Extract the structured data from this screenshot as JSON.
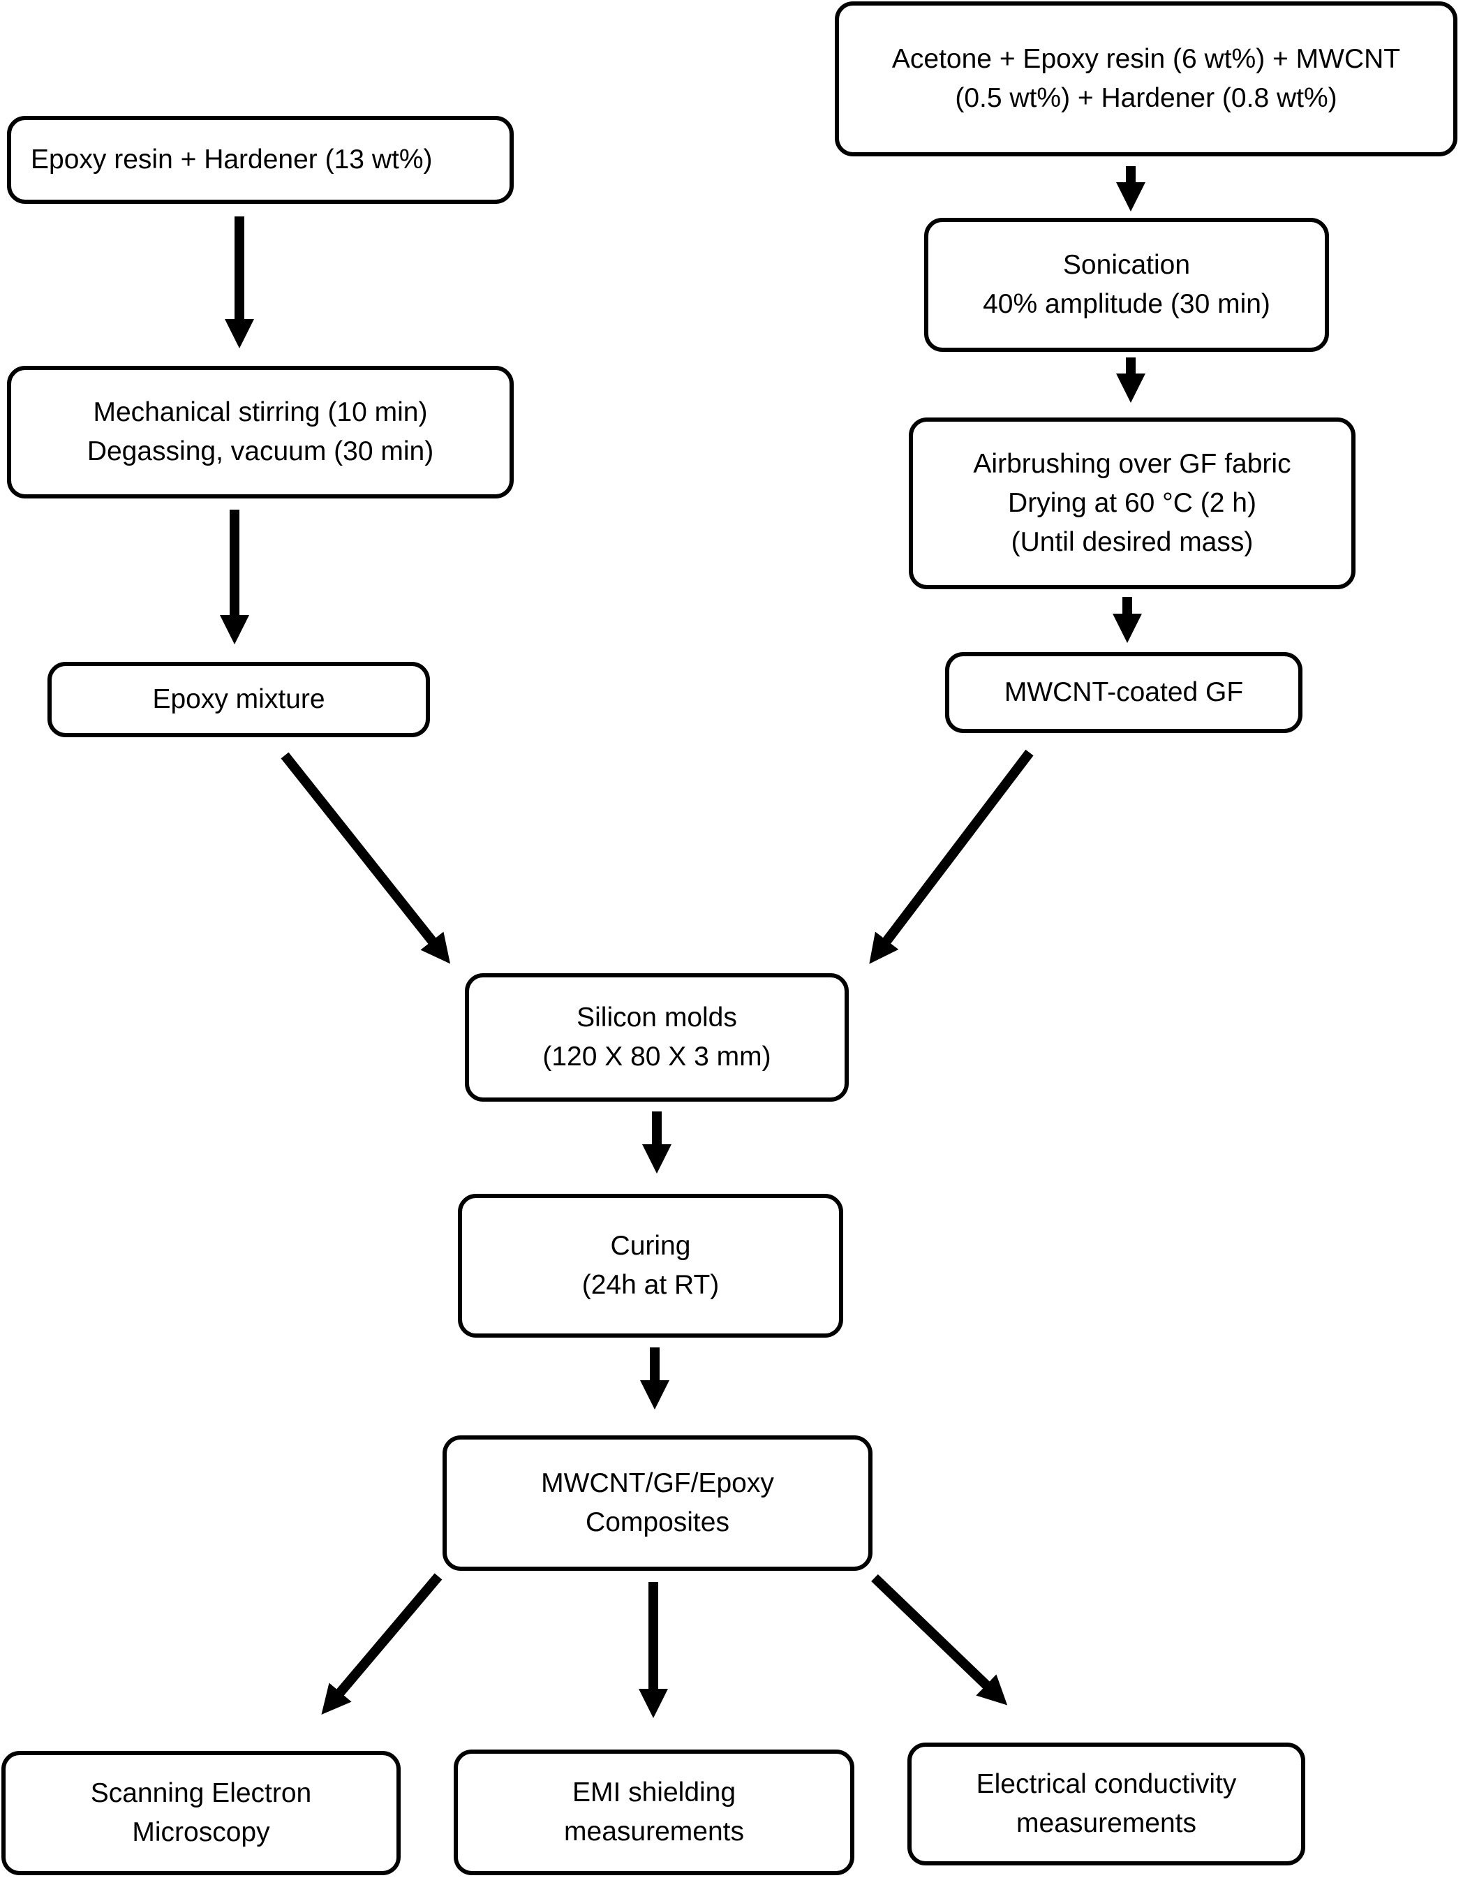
{
  "diagram": {
    "nodes": {
      "epoxy_hardener": {
        "lines": [
          "Epoxy resin + Hardener (13 wt%)"
        ]
      },
      "mechanical_stirring": {
        "lines": [
          "Mechanical stirring (10 min)",
          "Degassing, vacuum (30 min)"
        ]
      },
      "epoxy_mixture": {
        "lines": [
          "Epoxy mixture"
        ]
      },
      "acetone_mix": {
        "lines": [
          "Acetone + Epoxy resin (6 wt%) + MWCNT",
          "(0.5 wt%) + Hardener (0.8 wt%)"
        ]
      },
      "sonication": {
        "lines": [
          "Sonication",
          "40% amplitude (30 min)"
        ]
      },
      "airbrushing": {
        "lines": [
          "Airbrushing over GF fabric",
          "Drying at 60 °C (2 h)",
          "(Until desired mass)"
        ]
      },
      "mwcnt_coated_gf": {
        "lines": [
          "MWCNT-coated GF"
        ]
      },
      "silicon_molds": {
        "lines": [
          "Silicon molds",
          "(120 X 80 X 3 mm)"
        ]
      },
      "curing": {
        "lines": [
          "Curing",
          "(24h at RT)"
        ]
      },
      "composites": {
        "lines": [
          "MWCNT/GF/Epoxy",
          "Composites"
        ]
      },
      "sem": {
        "lines": [
          "Scanning Electron",
          "Microscopy"
        ]
      },
      "emi": {
        "lines": [
          "EMI shielding",
          "measurements"
        ]
      },
      "conductivity": {
        "lines": [
          "Electrical conductivity",
          "measurements"
        ]
      }
    }
  }
}
